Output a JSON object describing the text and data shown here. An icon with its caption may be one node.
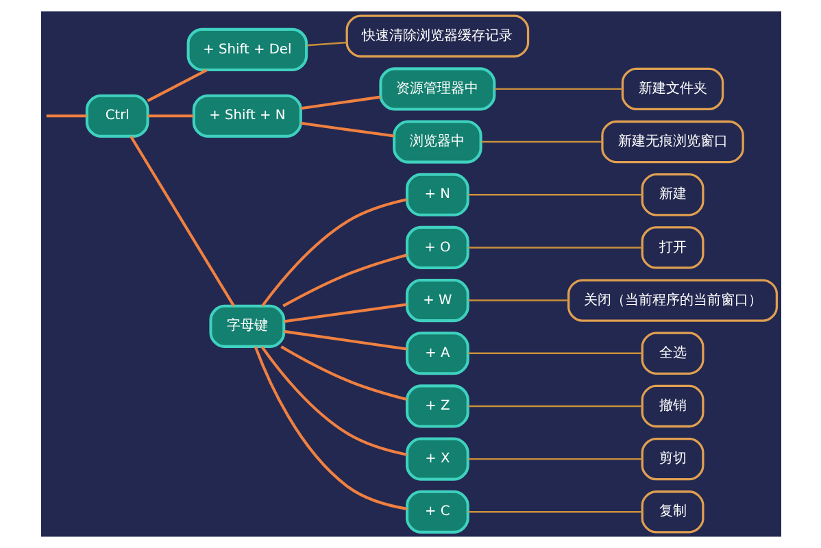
{
  "diagram": {
    "nodes": [
      {
        "text": [
          "Ctrl"
        ]
      },
      {
        "text": [
          "+ Shift + Del"
        ]
      },
      {
        "text": [
          "快速清除浏览器缓存记录"
        ]
      },
      {
        "text": [
          "+ Shift + N"
        ]
      },
      {
        "text": [
          "资源管理器中"
        ]
      },
      {
        "text": [
          "新建文件夹"
        ]
      },
      {
        "text": [
          "浏览器中"
        ]
      },
      {
        "text": [
          "新建无痕浏览窗口"
        ]
      },
      {
        "text": [
          "字母键"
        ]
      },
      {
        "text": [
          "+ N"
        ]
      },
      {
        "text": [
          "新建"
        ]
      },
      {
        "text": [
          "+ O"
        ]
      },
      {
        "text": [
          "打开"
        ]
      },
      {
        "text": [
          "+ W"
        ]
      },
      {
        "text": [
          "关闭（当前程序的当前窗口）"
        ]
      },
      {
        "text": [
          "+ A"
        ]
      },
      {
        "text": [
          "全选"
        ]
      },
      {
        "text": [
          "+ Z"
        ]
      },
      {
        "text": [
          "撤销"
        ]
      },
      {
        "text": [
          "+ X"
        ]
      },
      {
        "text": [
          "剪切"
        ]
      },
      {
        "text": [
          "+ C"
        ]
      },
      {
        "text": [
          "复制"
        ]
      }
    ],
    "edges": [
      {
        "from": null,
        "to": 0,
        "arrow": "none"
      },
      {
        "from": 0,
        "to": 1,
        "arrow": "none"
      },
      {
        "from": 1,
        "to": 2,
        "arrow": "none",
        "color": "#c8903c"
      },
      {
        "from": 0,
        "to": 3,
        "arrow": "none"
      },
      {
        "from": 3,
        "to": 4,
        "arrow": "none"
      },
      {
        "from": 4,
        "to": 5,
        "arrow": "none",
        "color": "#c8903c"
      },
      {
        "from": 3,
        "to": 6,
        "arrow": "none"
      },
      {
        "from": 6,
        "to": 7,
        "arrow": "none",
        "color": "#c8903c"
      },
      {
        "from": 0,
        "to": 8,
        "arrow": "none"
      },
      {
        "from": 8,
        "to": 9,
        "arrow": "none"
      },
      {
        "from": 9,
        "to": 10,
        "arrow": "none",
        "color": "#c8903c"
      },
      {
        "from": 8,
        "to": 11,
        "arrow": "none"
      },
      {
        "from": 11,
        "to": 12,
        "arrow": "none",
        "color": "#c8903c"
      },
      {
        "from": 8,
        "to": 13,
        "arrow": "none"
      },
      {
        "from": 13,
        "to": 14,
        "arrow": "none",
        "color": "#c8903c"
      },
      {
        "from": 8,
        "to": 15,
        "arrow": "none"
      },
      {
        "from": 15,
        "to": 16,
        "arrow": "none",
        "color": "#c8903c"
      },
      {
        "from": 8,
        "to": 17,
        "arrow": "none"
      },
      {
        "from": 17,
        "to": 18,
        "arrow": "none",
        "color": "#c8903c"
      },
      {
        "from": 8,
        "to": 19,
        "arrow": "none"
      },
      {
        "from": 19,
        "to": 20,
        "arrow": "none",
        "color": "#c8903c"
      },
      {
        "from": 8,
        "to": 21,
        "arrow": "none"
      },
      {
        "from": 21,
        "to": 22,
        "arrow": "none",
        "color": "#c8903c"
      }
    ]
  }
}
